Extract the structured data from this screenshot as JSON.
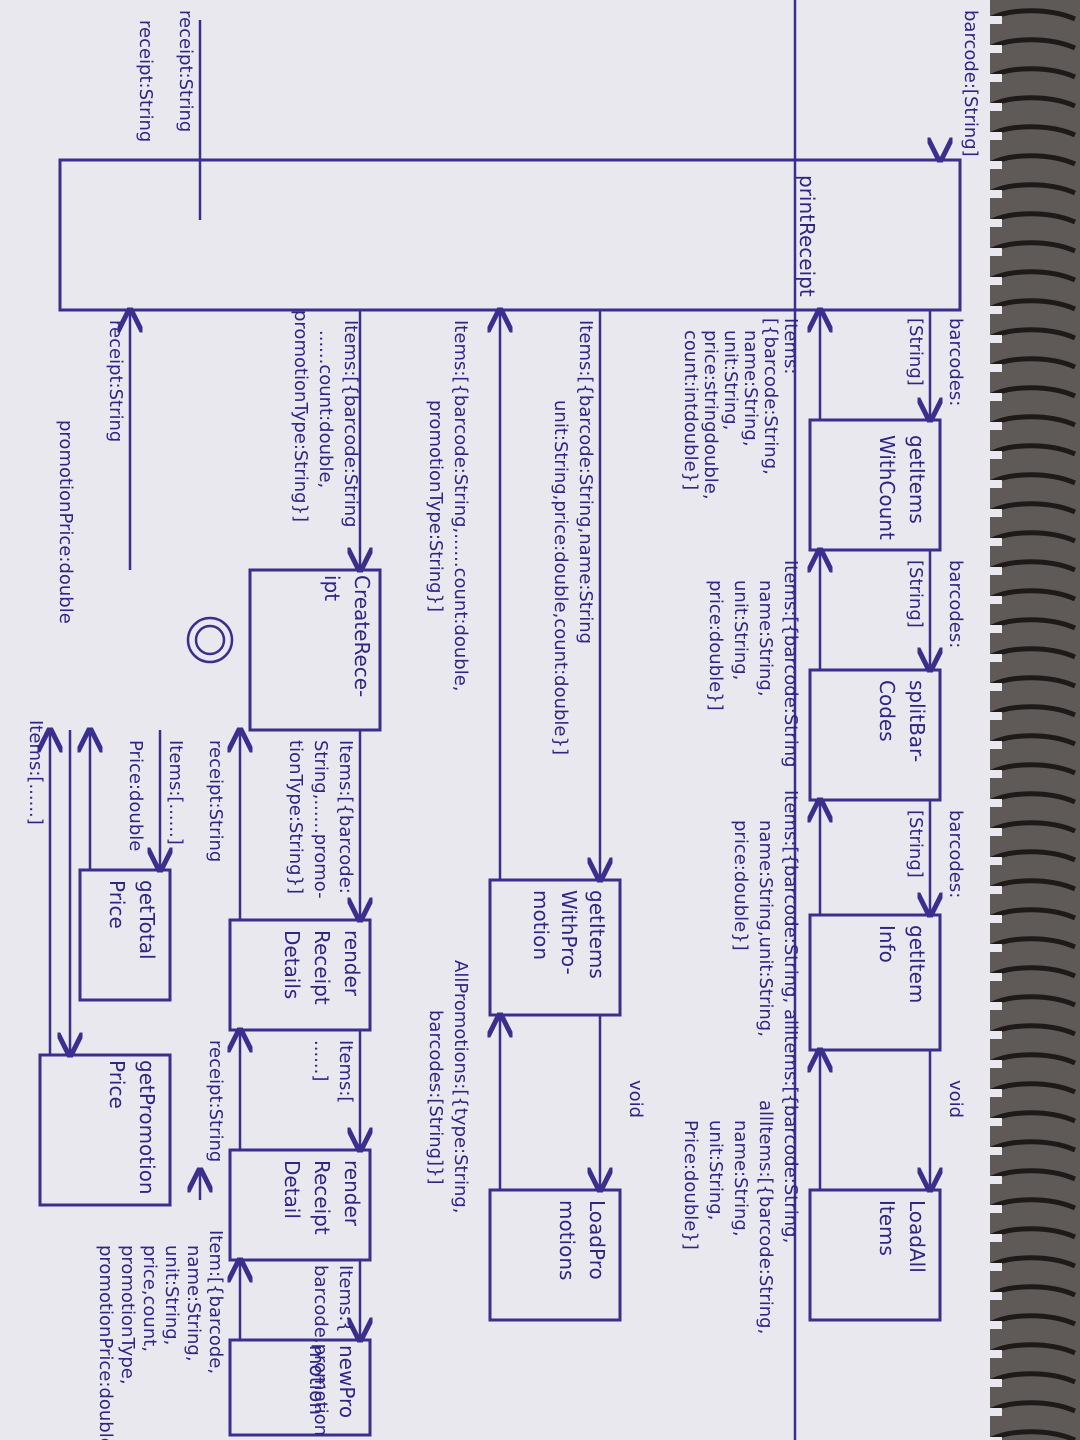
{
  "boxes": {
    "print_receipt": "printReceipt",
    "get_items_with_count": [
      "getItems",
      "WithCount"
    ],
    "split_bar_codes": [
      "splitBar-",
      "Codes"
    ],
    "get_item_info": [
      "getItem",
      "Info"
    ],
    "load_all_items": [
      "LoadAll",
      "Items"
    ],
    "get_items_with_promotion": [
      "getItems",
      "WithPro-",
      "motion"
    ],
    "load_promotions": [
      "LoadPro",
      "motions"
    ],
    "create_receipt": [
      "CreateRece-",
      "ipt"
    ],
    "render_receipt_details": [
      "render",
      "Receipt",
      "Details"
    ],
    "render_receipt_detail": [
      "render",
      "Receipt",
      "Detail"
    ],
    "new_promotion": [
      "newPro",
      "motion"
    ],
    "get_total_price": [
      "getTotal",
      "Price"
    ],
    "get_promotion_price": [
      "getPromotion",
      "Price"
    ]
  },
  "labels": {
    "input_barcode": "barcode:[String]",
    "output_receipt": "receipt:String",
    "barcodes_1": [
      "barcodes:",
      "[String]"
    ],
    "barcodes_2": [
      "barcodes:",
      "[String]"
    ],
    "barcodes_3": [
      "barcodes:",
      "[String]"
    ],
    "void_1": "void",
    "void_2": "void",
    "items_with_count": [
      "Items:",
      "[{barcode:String,",
      "name:String,",
      "unit:String,",
      "price:stringdouble,",
      "count:intdouble}]"
    ],
    "items_split": [
      "Items:[{barcode:String",
      "name:String,",
      "unit:String,",
      "price:double}]"
    ],
    "items_info": [
      "Items:[{barcode:String, allItems:[{barcode:String,",
      "name:String,unit:String,",
      "price:double}]"
    ],
    "all_items": [
      "allItems:[{barcode:String,",
      "name:String,",
      "unit:String,",
      "Price:double}]"
    ],
    "items_promotion_in": [
      "Items:[{barcode:String,name:String",
      "unit:String,price:double,count:double}]"
    ],
    "items_promotion_out": [
      "Items:[{barcode:String,......count:double,",
      "promotionType:String}]"
    ],
    "all_promotions": [
      "AllPromotions:[{type:String,",
      "barcodes:[String]}]"
    ],
    "items_create": [
      "Items:[{barcode:String",
      "......count:double,",
      "promotionType:String}]"
    ],
    "items_render": [
      "Items:[{barcode:",
      "String,......promo-",
      "tionType:String}]"
    ],
    "items_render_detail_in": [
      "Items:[",
      "......]"
    ],
    "items_new_promotion": [
      "Items:{",
      "barcode,promotion"
    ],
    "item_detail": [
      "Item:[{barcode,",
      "name:String,",
      "unit:String,",
      "price,count,",
      "promotionType,",
      "promotionPrice:double"
    ],
    "receipt_1": "receipt:String",
    "receipt_2": "receipt:String",
    "receipt_3": "receipt:String",
    "receipt_4": "receipt:String",
    "items_total": [
      "Items:[......]"
    ],
    "price_total": "Price:double",
    "promotion_price": "promotionPrice:double",
    "items_bottom": "Items:[......]"
  }
}
